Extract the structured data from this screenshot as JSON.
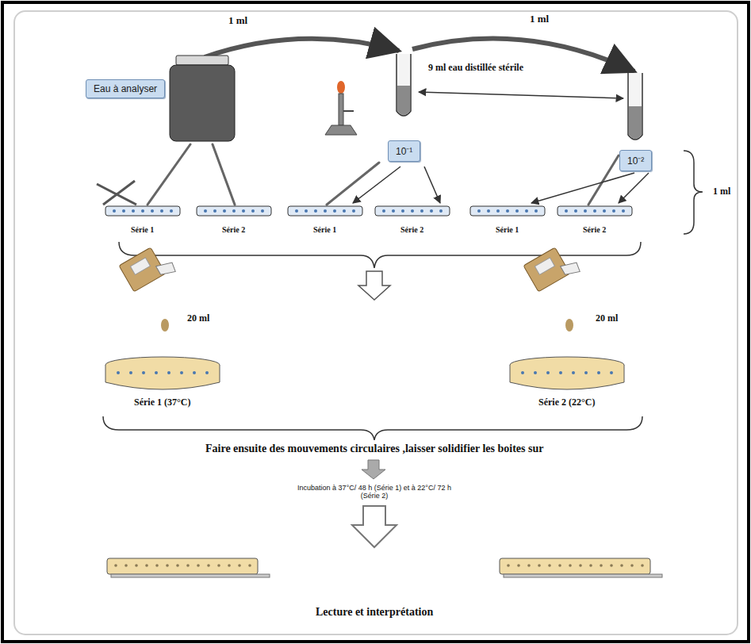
{
  "diagram": {
    "nodes": [
      {
        "text": [
          "Eau à analyser"
        ]
      },
      {
        "text": [
          "10⁻¹"
        ]
      },
      {
        "text": [
          "10⁻²"
        ]
      }
    ],
    "labels": [
      "1 ml",
      "1 ml",
      "9 ml eau distillée stérile",
      "Série 1",
      "Série 2",
      "Série 1",
      "Série 2",
      "Série 1",
      "Série 2",
      "1 ml",
      "20 ml",
      "20 ml",
      "Série 1 (37°C)",
      "Série 2 (22°C)",
      "Faire ensuite des mouvements circulaires ,laisser solidifier les boites sur",
      "Incubation à 37°C/ 48 h (Série 1) et à 22°C/ 72 h (Série 2)",
      "Lecture et interprétation"
    ]
  }
}
